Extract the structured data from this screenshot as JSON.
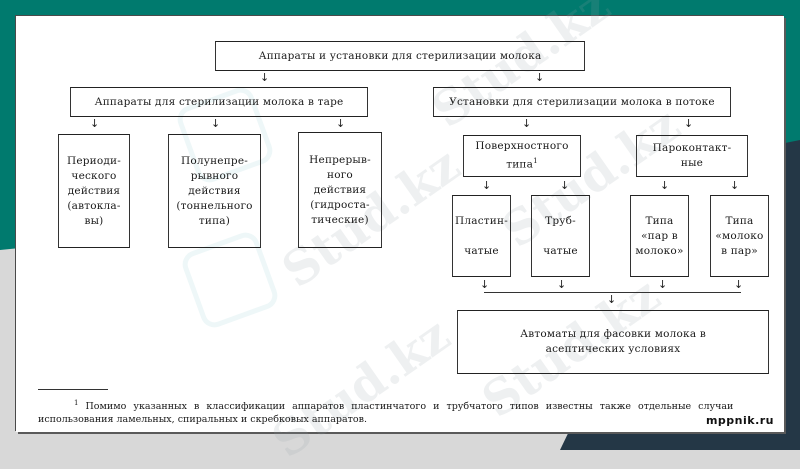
{
  "diagram": {
    "root": "Аппараты и установки для стерилизации молока",
    "left_branch": {
      "title": "Аппараты для стерилизации молока в таре",
      "children": [
        "Периоди-\nческого\nдействия\n(автокла-\nвы)",
        "Полунепре-\nрывного\nдействия\n(тоннельного\nтипа)",
        "Непрерыв-\nного\nдействия\n(гидроста-\nтические)"
      ]
    },
    "right_branch": {
      "title": "Установки для стерилизации молока в потоке",
      "surface": {
        "title": "Поверхностного\nтипа",
        "footnote_mark": "1",
        "children": [
          "Пластин-\n\nчатые",
          "Труб-\n\nчатые"
        ]
      },
      "steam_contact": {
        "title": "Пароконтакт-\nные",
        "children": [
          "Типа\n«пар в\nмолоко»",
          "Типа\n«молоко\nв пар»"
        ]
      }
    },
    "final": "Автоматы для фасовки молока в\nасептических условиях"
  },
  "footnote": {
    "mark": "1",
    "line1": "Помимо указанных в классификации аппаратов пластинчатого и трубчатого типов известны также отдельные случаи",
    "line2": "использования ламельных, спиральных и скребковых аппаратов."
  },
  "watermark": "Stud.kz",
  "brand": "mppnik.ru",
  "colors": {
    "teal": "#007a6e",
    "slate": "#243746",
    "gray": "#d8d8d8",
    "paper": "#ffffff"
  }
}
